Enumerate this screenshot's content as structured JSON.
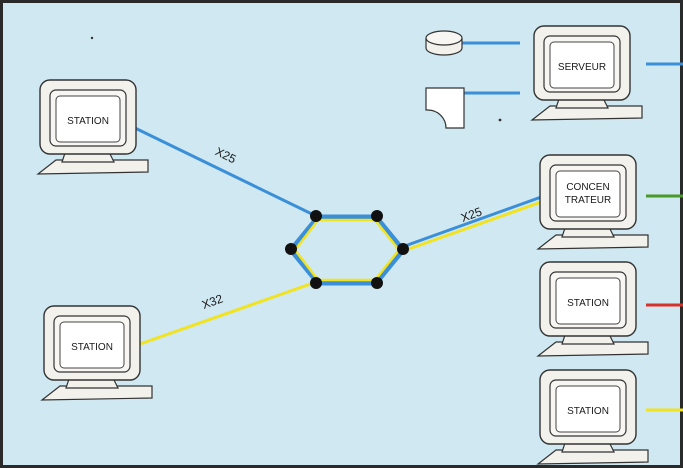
{
  "colors": {
    "background": "#cfe8f1",
    "border": "#2a2a2a",
    "link_blue": "#3a8fd8",
    "link_yellow": "#f2e320",
    "link_green": "#4a9a2a",
    "link_red": "#d8312a",
    "node_black": "#111111",
    "monitor_body": "#f2f1ec",
    "monitor_line": "#333333"
  },
  "nodes": {
    "station_top_left": {
      "label": "STATION"
    },
    "station_bottom_left": {
      "label": "STATION"
    },
    "serveur": {
      "label": "SERVEUR"
    },
    "concentrateur": {
      "label_line1": "CONCEN",
      "label_line2": "TRATEUR"
    },
    "station_right_middle": {
      "label": "STATION"
    },
    "station_right_bottom": {
      "label": "STATION"
    }
  },
  "links": {
    "top_left": {
      "label": "X25",
      "color": "blue"
    },
    "bottom_left": {
      "label": "X32",
      "color": "yellow"
    },
    "to_concentrateur": {
      "label": "X25",
      "color": "blue+yellow"
    }
  },
  "peripherals": [
    {
      "icon": "disk-drive-icon"
    },
    {
      "icon": "punched-card-icon"
    }
  ]
}
